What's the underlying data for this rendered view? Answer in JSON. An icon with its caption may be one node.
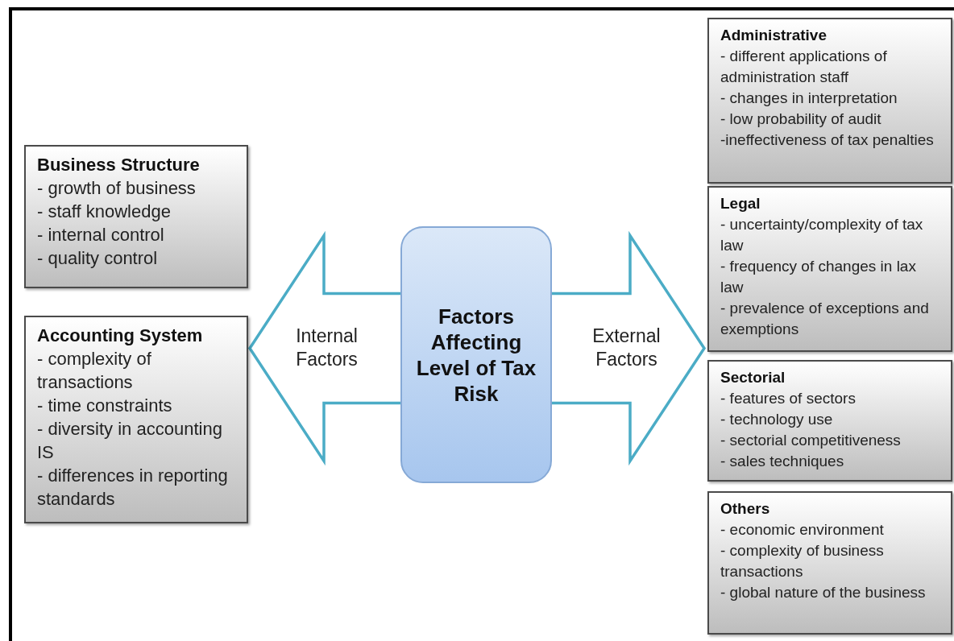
{
  "diagram": {
    "nodes": [
      {
        "text": [
          "Business Structure",
          "- growth of business",
          "- staff knowledge",
          "- internal control",
          "- quality control"
        ]
      },
      {
        "text": [
          "Accounting System",
          "- complexity of transactions",
          "- time constraints",
          "- diversity in accounting IS",
          "- differences in reporting standards"
        ]
      },
      {
        "text": [
          "Factors Affecting Level of Tax Risk"
        ]
      },
      {
        "text": [
          "Administrative",
          "- different applications of administration staff",
          "- changes in interpretation",
          "- low probability of audit",
          "-ineffectiveness of tax penalties"
        ]
      },
      {
        "text": [
          "Legal",
          "- uncertainty/complexity of tax law",
          "- frequency of changes in lax law",
          "- prevalence of exceptions and exemptions"
        ]
      },
      {
        "text": [
          "Sectorial",
          "- features of sectors",
          "- technology use",
          "- sectorial competitiveness",
          "- sales techniques"
        ]
      },
      {
        "text": [
          "Others",
          "- economic environment",
          "- complexity of business transactions",
          "- global nature of the business"
        ]
      }
    ],
    "edges": [
      {
        "from": 2,
        "to": 0,
        "arrow": "to",
        "label": "Internal Factors"
      },
      {
        "from": 2,
        "to": 1,
        "arrow": "to"
      },
      {
        "from": 2,
        "to": 3,
        "arrow": "to",
        "label": "External Factors"
      },
      {
        "from": 2,
        "to": 4,
        "arrow": "to"
      },
      {
        "from": 2,
        "to": 5,
        "arrow": "to"
      },
      {
        "from": 2,
        "to": 6,
        "arrow": "to"
      }
    ]
  }
}
